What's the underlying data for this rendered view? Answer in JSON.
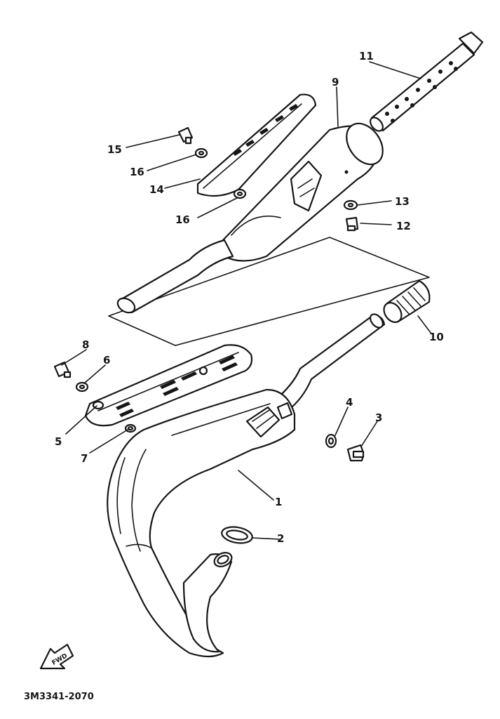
{
  "callouts": [
    "1",
    "2",
    "3",
    "4",
    "5",
    "6",
    "7",
    "8",
    "9",
    "10",
    "11",
    "12",
    "13",
    "14",
    "15",
    "16"
  ],
  "callout_16_second": "16",
  "fwd_arrow_text": "FWD",
  "diagram_code": "3M3341-2070",
  "colors": {
    "ink": "#161616",
    "paper": "#ffffff"
  }
}
